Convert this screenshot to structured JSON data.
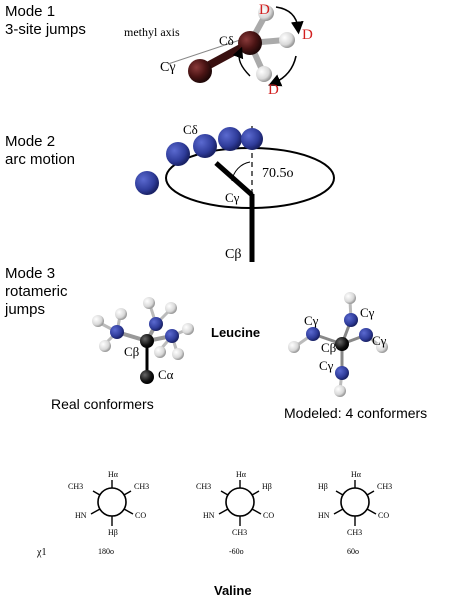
{
  "mode1": {
    "title_line1": "Mode 1",
    "title_line2": "3-site jumps",
    "methyl_axis": "methyl axis",
    "c_delta": "Cδ",
    "c_gamma": "Cγ",
    "d_labels": [
      "D",
      "D",
      "D"
    ]
  },
  "mode2": {
    "title_line1": "Mode 2",
    "title_line2": "arc motion",
    "c_delta": "Cδ",
    "c_gamma": "Cγ",
    "c_beta": "Cβ",
    "angle": "70.5o"
  },
  "mode3": {
    "title_line1": "Mode 3",
    "title_line2": "rotameric",
    "title_line3": "jumps",
    "leucine": "Leucine",
    "real_c_beta": "Cβ",
    "real_c_alpha": "Cα",
    "real_caption": "Real conformers",
    "model_c_gamma_1": "Cγ",
    "model_c_gamma_2": "Cγ",
    "model_c_gamma_3": "Cγ",
    "model_c_gamma_4": "Cγ",
    "model_c_beta": "Cβ",
    "model_caption": "Modeled: 4 conformers"
  },
  "valine": {
    "title": "Valine",
    "chi_label": "χ1",
    "projections": [
      {
        "top": "Hα",
        "upper_left": "CH3",
        "upper_right": "CH3",
        "lower_left": "HN",
        "lower_right": "CO",
        "bottom": "Hβ",
        "angle": "180o"
      },
      {
        "top": "Hα",
        "upper_left": "CH3",
        "upper_right": "Hβ",
        "lower_left": "HN",
        "lower_right": "CO",
        "bottom": "CH3",
        "angle": "-60o"
      },
      {
        "top": "Hα",
        "upper_left": "Hβ",
        "upper_right": "CH3",
        "lower_left": "HN",
        "lower_right": "CO",
        "bottom": "CH3",
        "angle": "60o"
      }
    ]
  },
  "colors": {
    "blue_atom": "#2f3c9a",
    "dark_red_atom": "#4a1414",
    "red_text": "#d21f1f",
    "black": "#000000",
    "gray_atom": "#d0d0d0"
  }
}
